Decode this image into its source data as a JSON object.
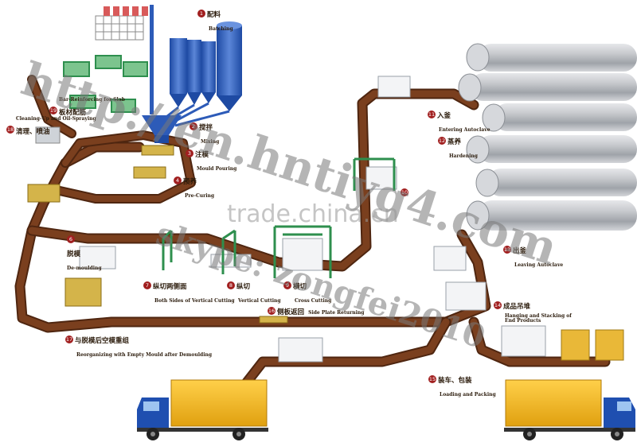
{
  "steps": [
    {
      "n": "1",
      "zh": "配料",
      "en": "Batching"
    },
    {
      "n": "2",
      "zh": "搅拌",
      "en": "Mixing"
    },
    {
      "n": "3",
      "zh": "注模",
      "en": "Mould Pouring"
    },
    {
      "n": "4",
      "zh": "预养",
      "en": "Pre-Curing"
    },
    {
      "n": "6",
      "zh": "脱模",
      "en": "De-moulding"
    },
    {
      "n": "7",
      "zh": "纵切两侧面",
      "en": "Both Sides of Vertical Cutting"
    },
    {
      "n": "8",
      "zh": "纵切",
      "en": "Vertical Cutting"
    },
    {
      "n": "9",
      "zh": "横切",
      "en": "Cross Cutting"
    },
    {
      "n": "10",
      "zh": "",
      "en": ""
    },
    {
      "n": "11",
      "zh": "入釜",
      "en": "Entering Autoclave"
    },
    {
      "n": "12",
      "zh": "蒸养",
      "en": "Hardening"
    },
    {
      "n": "13",
      "zh": "出釜",
      "en": "Leaving Autoclave"
    },
    {
      "n": "14",
      "zh": "成品吊堆",
      "en": "Hanging and Stacking of End Products"
    },
    {
      "n": "15",
      "zh": "装车、包装",
      "en": "Loading and Packing"
    },
    {
      "n": "16",
      "zh": "侧板返回",
      "en": "Side Plate Returning"
    },
    {
      "n": "17",
      "zh": "与脱模后空模重组",
      "en": "Reorganizing with Empty Mould after Demoulding"
    },
    {
      "n": "18",
      "zh": "清理、喷油",
      "en": "Cleaning-Up and Oil-Spraying"
    },
    {
      "n": "19",
      "zh": "板材配筋",
      "en": "Bar-Reinforcing for Slab"
    }
  ],
  "watermarks": {
    "url1": "http://en.hntiyg4.com",
    "url2": "skype: zongfei2010",
    "site": "trade.china.cn"
  },
  "colors": {
    "track": "#7a3f1e",
    "track_edge": "#4f2610",
    "number_badge": "#a11f1f",
    "silo": "#2d5bb8",
    "mould": "#d4b44a",
    "truck_cargo": "#f2b51c",
    "truck_cab": "#1f4fb0",
    "autoclave": "#b9bcc2",
    "frame": "#2e8f4e"
  }
}
